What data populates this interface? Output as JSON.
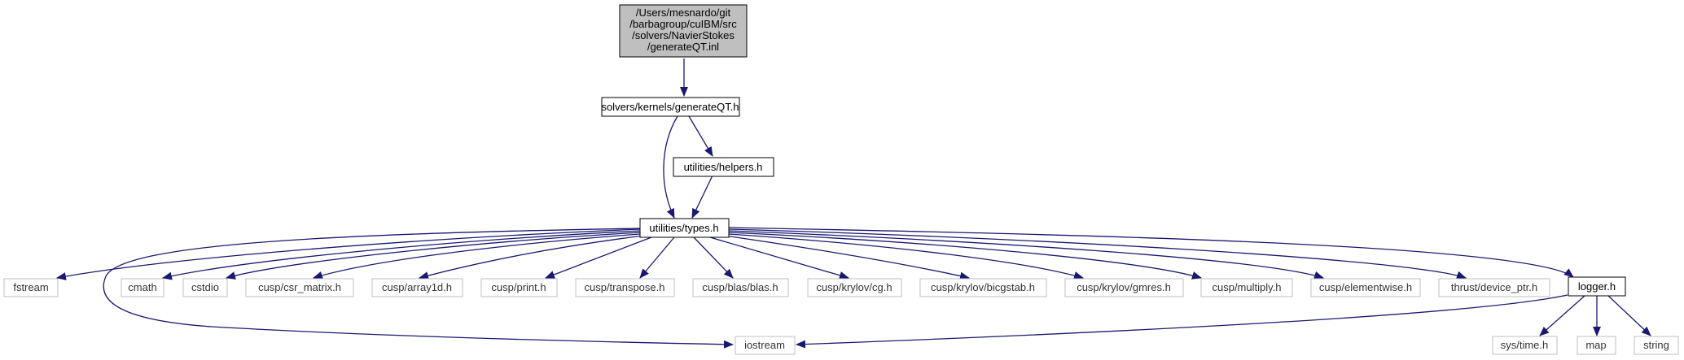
{
  "graph": {
    "colors": {
      "edge": "#191970",
      "root_fill": "#bfbfbf",
      "node_border": "#000000",
      "external_border": "#bfbfbf",
      "background": "#ffffff"
    },
    "root": {
      "lines": [
        "/Users/mesnardo/git",
        "/barbagroup/cuIBM/src",
        "/solvers/NavierStokes",
        "/generateQT.inl"
      ]
    },
    "nodes": {
      "generateqt_h": "solvers/kernels/generateQT.h",
      "helpers_h": "utilities/helpers.h",
      "types_h": "utilities/types.h",
      "fstream": "fstream",
      "cmath": "cmath",
      "cstdio": "cstdio",
      "csr_matrix": "cusp/csr_matrix.h",
      "array1d": "cusp/array1d.h",
      "print": "cusp/print.h",
      "transpose": "cusp/transpose.h",
      "blas": "cusp/blas/blas.h",
      "cg": "cusp/krylov/cg.h",
      "bicgstab": "cusp/krylov/bicgstab.h",
      "gmres": "cusp/krylov/gmres.h",
      "multiply": "cusp/multiply.h",
      "elementwise": "cusp/elementwise.h",
      "device_ptr": "thrust/device_ptr.h",
      "logger_h": "logger.h",
      "iostream": "iostream",
      "sys_time": "sys/time.h",
      "map": "map",
      "string": "string"
    }
  }
}
